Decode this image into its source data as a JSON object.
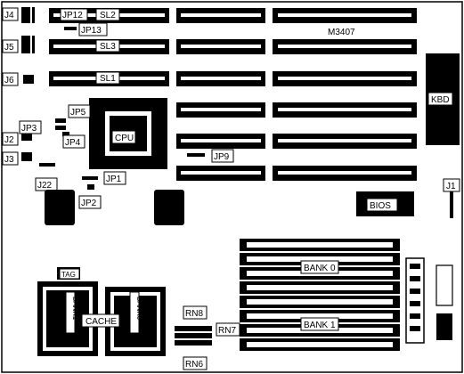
{
  "board": {
    "model": "M3407",
    "labels": {
      "J4": "J4",
      "J5": "J5",
      "J6": "J6",
      "J2": "J2",
      "J3": "J3",
      "J22": "J22",
      "J1": "J1",
      "JP12": "JP12",
      "JP13": "JP13",
      "JP5": "JP5",
      "JP3": "JP3",
      "JP4": "JP4",
      "JP1": "JP1",
      "JP2": "JP2",
      "JP9": "JP9",
      "SL1": "SL1",
      "SL2": "SL2",
      "SL3": "SL3",
      "CPU": "CPU",
      "KBD": "KBD",
      "BIOS": "BIOS",
      "BANK0": "BANK 0",
      "BANK1": "BANK 1",
      "TAG": "TAG",
      "CACHE": "CACHE",
      "BANK1_V": "BANK1",
      "BANK0_V": "BANK0",
      "RN8": "RN8",
      "RN7": "RN7",
      "RN6": "RN6"
    }
  }
}
